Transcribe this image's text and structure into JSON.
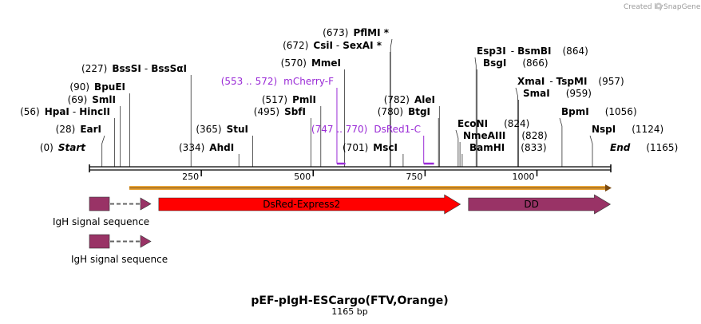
{
  "credit": "Created by",
  "brand": "SnapGene",
  "title": "pEF-pIgH-ESCargo(FTV,Orange)",
  "subtitle": "1165 bp",
  "sequence": {
    "length": 1165,
    "ticks": [
      250,
      500,
      750,
      1000
    ]
  },
  "sites": [
    {
      "pos": 0,
      "pos_label": "(0)",
      "name": "Start",
      "style": "italic"
    },
    {
      "pos": 28,
      "pos_label": "(28)",
      "name": "EarI"
    },
    {
      "pos": 56,
      "pos_label": "(56)",
      "name": "HpaI",
      "name2": "HincII"
    },
    {
      "pos": 69,
      "pos_label": "(69)",
      "name": "SmlI"
    },
    {
      "pos": 90,
      "pos_label": "(90)",
      "name": "BpuEI"
    },
    {
      "pos": 227,
      "pos_label": "(227)",
      "name": "BssSI",
      "name2": "BssSαI"
    },
    {
      "pos": 334,
      "pos_label": "(334)",
      "name": "AhdI",
      "side": "right"
    },
    {
      "pos": 365,
      "pos_label": "(365)",
      "name": "StuI"
    },
    {
      "pos": 495,
      "pos_label": "(495)",
      "name": "SbfI"
    },
    {
      "pos": 517,
      "pos_label": "(517)",
      "name": "PmlI"
    },
    {
      "pos": 570,
      "pos_label": "(570)",
      "name": "MmeI"
    },
    {
      "pos": 672,
      "pos_label": "(672)",
      "name": "CsiI",
      "name2": "SexAI *"
    },
    {
      "pos": 673,
      "pos_label": "(673)",
      "name": "PflMI *"
    },
    {
      "pos": 701,
      "pos_label": "(701)",
      "name": "MscI",
      "side": "right"
    },
    {
      "pos": 780,
      "pos_label": "(780)",
      "name": "BtgI"
    },
    {
      "pos": 782,
      "pos_label": "(782)",
      "name": "AleI"
    },
    {
      "pos": 824,
      "pos_label": "(824)",
      "name": "EcoNI",
      "side": "left"
    },
    {
      "pos": 828,
      "pos_label": "(828)",
      "name": "NmeAIII",
      "side": "left"
    },
    {
      "pos": 833,
      "pos_label": "(833)",
      "name": "BamHI",
      "side": "left"
    },
    {
      "pos": 864,
      "pos_label": "(864)",
      "name": "Esp3I",
      "name2": "BsmBI",
      "side": "left"
    },
    {
      "pos": 866,
      "pos_label": "(866)",
      "name": "BsgI",
      "side": "left"
    },
    {
      "pos": 957,
      "pos_label": "(957)",
      "name": "XmaI",
      "name2": "TspMI",
      "side": "left"
    },
    {
      "pos": 959,
      "pos_label": "(959)",
      "name": "SmaI",
      "side": "left"
    },
    {
      "pos": 1056,
      "pos_label": "(1056)",
      "name": "BpmI",
      "side": "left"
    },
    {
      "pos": 1124,
      "pos_label": "(1124)",
      "name": "NspI",
      "side": "left"
    },
    {
      "pos": 1165,
      "pos_label": "(1165)",
      "name": "End",
      "style": "italic",
      "side": "left"
    }
  ],
  "primers": [
    {
      "range_label": "(553 .. 572)",
      "name": "mCherry-F",
      "start": 553,
      "end": 572
    },
    {
      "range_label": "(747 .. 770)",
      "name": "DsRed1-C",
      "start": 747,
      "end": 770
    }
  ],
  "features": [
    {
      "name": "DsRed-Express2",
      "start": 155,
      "end": 829,
      "color": "#ff0000"
    },
    {
      "name": "DD",
      "start": 847,
      "end": 1164,
      "color": "#993366"
    }
  ],
  "signal_sequences": [
    {
      "name": "IgH signal sequence",
      "color": "#993366"
    },
    {
      "name": "IgH signal sequence",
      "color": "#993366"
    }
  ],
  "colors": {
    "orf_arrow": "#e8a53a",
    "primer": "#9a2bd6",
    "feature_text": "#ffffff"
  }
}
